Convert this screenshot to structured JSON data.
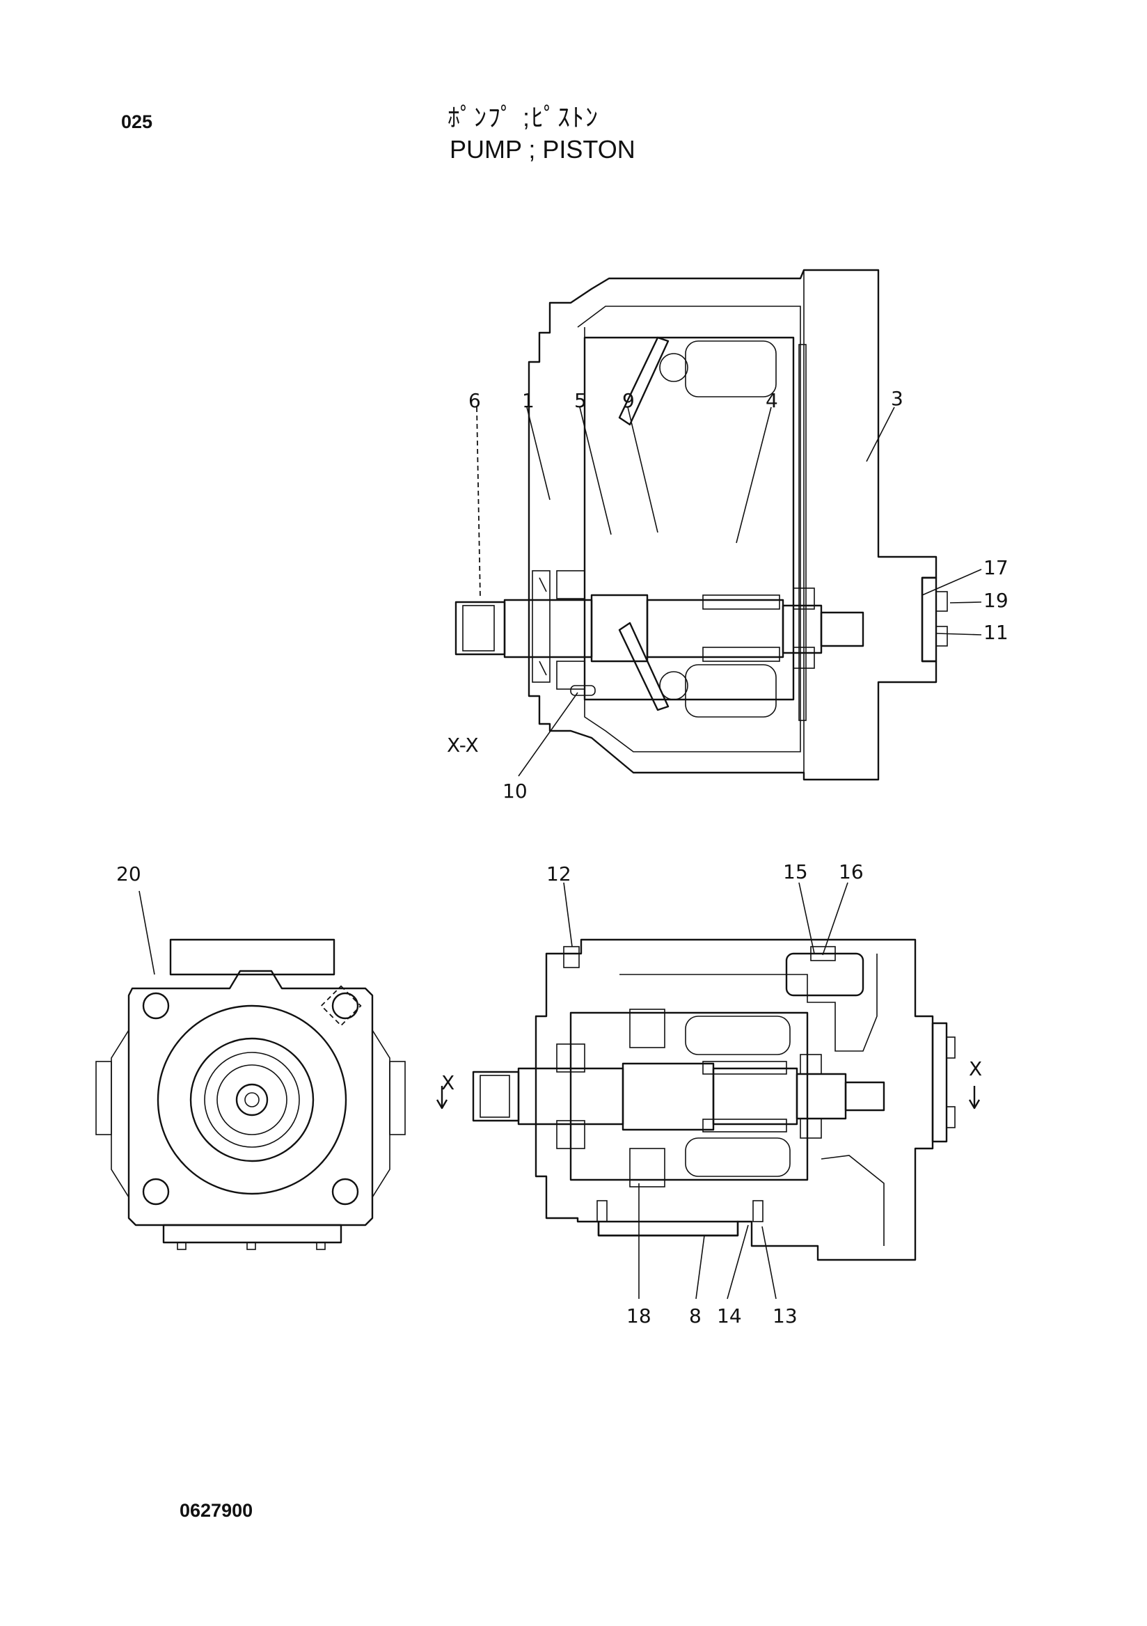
{
  "header": {
    "page_number": "025",
    "title_japanese": "ﾎﾟﾝﾌﾟ ;ﾋﾟｽﾄﾝ",
    "title_english": "PUMP  ; PISTON"
  },
  "footer": {
    "document_number": "0627900"
  },
  "diagram": {
    "section_label": "X-X",
    "section_marker": "X",
    "callouts": [
      "6",
      "1",
      "5",
      "9",
      "4",
      "3",
      "17",
      "19",
      "11",
      "10",
      "20",
      "12",
      "15",
      "16",
      "18",
      "8",
      "14",
      "13"
    ]
  }
}
